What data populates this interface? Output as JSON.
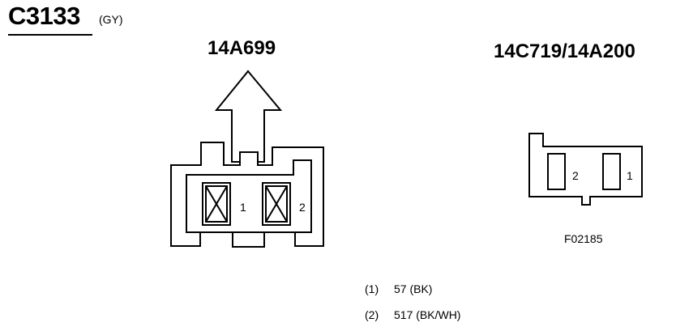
{
  "connector": {
    "id": "C3133",
    "color": "(GY)"
  },
  "components": {
    "left_part": "14A699",
    "right_part": "14C719/14A200"
  },
  "left_connector": {
    "pins": [
      {
        "label": "1",
        "state": "crossed"
      },
      {
        "label": "2",
        "state": "crossed"
      }
    ]
  },
  "right_connector": {
    "pins": [
      {
        "label": "2"
      },
      {
        "label": "1"
      }
    ]
  },
  "figure_reference": "F02185",
  "circuits": [
    {
      "pin": "(1)",
      "wire": "57 (BK)"
    },
    {
      "pin": "(2)",
      "wire": "517 (BK/WH)"
    }
  ],
  "colors": {
    "line": "#000000",
    "background": "#ffffff"
  }
}
